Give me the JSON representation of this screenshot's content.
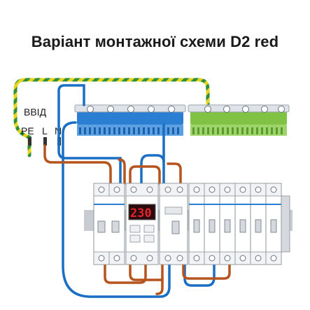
{
  "title": "Варіант монтажної схеми D2 red",
  "input_label": "ВВІД",
  "terminals": {
    "pe": "PE",
    "l": "L",
    "n": "N"
  },
  "relay_display": "230",
  "colors": {
    "phase": "#b5541c",
    "neutral": "#1a6fc4",
    "ground_yellow": "#e6d41e",
    "ground_green": "#2e8f3a",
    "neutral_bar": "#2b7fd3",
    "ground_bar": "#7fc244",
    "display": "#e0262d"
  }
}
